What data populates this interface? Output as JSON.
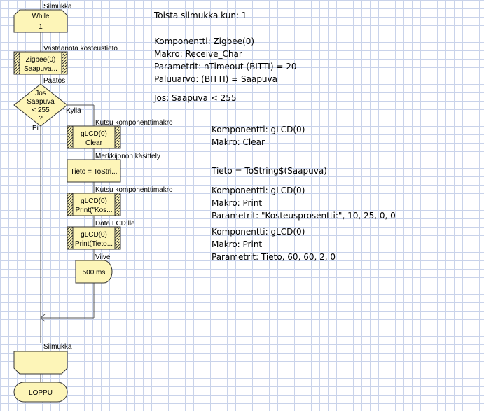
{
  "flowchart": {
    "loop_start": {
      "caption": "Silmukka",
      "line1": "While",
      "line2": "1"
    },
    "receive": {
      "caption": "Vastaanota kosteustieto",
      "line1": "Zigbee(0)",
      "line2": "Saapuva..."
    },
    "decision": {
      "caption": "Päätos",
      "line1": "Jos",
      "line2": "Saapuva",
      "line3": "< 255",
      "line4": "?",
      "yes_label": "Kyllä",
      "no_label": "Ei"
    },
    "clear": {
      "caption": "Kutsu komponenttimakro",
      "line1": "gLCD(0)",
      "line2": "Clear"
    },
    "calc": {
      "caption": "Merkkijonon käsittely",
      "line1": "Tieto = ToStri..."
    },
    "print1": {
      "caption": "Kutsu komponenttimakro",
      "line1": "gLCD(0)",
      "line2": "Print(\"Kos..."
    },
    "print2": {
      "caption": "Data LCD:lle",
      "line1": "gLCD(0)",
      "line2": "Print(Tieto..."
    },
    "delay": {
      "caption": "Viive",
      "line1": "500 ms"
    },
    "loop_end": {
      "caption": "Silmukka"
    },
    "end": {
      "line1": "LOPPU"
    }
  },
  "notes": {
    "loop": [
      "Toista silmukka kun: 1"
    ],
    "receive": [
      "Komponentti: Zigbee(0)",
      "Makro: Receive_Char",
      "Parametrit: nTimeout (BITTI) = 20",
      "Paluuarvo: (BITTI) = Saapuva"
    ],
    "decision": [
      "Jos: Saapuva < 255"
    ],
    "clear": [
      "Komponentti: gLCD(0)",
      "Makro: Clear"
    ],
    "calc": [
      "Tieto = ToString$(Saapuva)"
    ],
    "print1": [
      "Komponentti: gLCD(0)",
      "Makro: Print",
      "Parametrit: \"Kosteusprosentti:\", 10, 25, 0, 0"
    ],
    "print2": [
      "Komponentti: gLCD(0)",
      "Makro: Print",
      "Parametrit: Tieto, 60, 60, 2, 0"
    ]
  },
  "colors": {
    "fill": "#fdf5b8",
    "stroke": "#333333",
    "line": "#555555"
  }
}
